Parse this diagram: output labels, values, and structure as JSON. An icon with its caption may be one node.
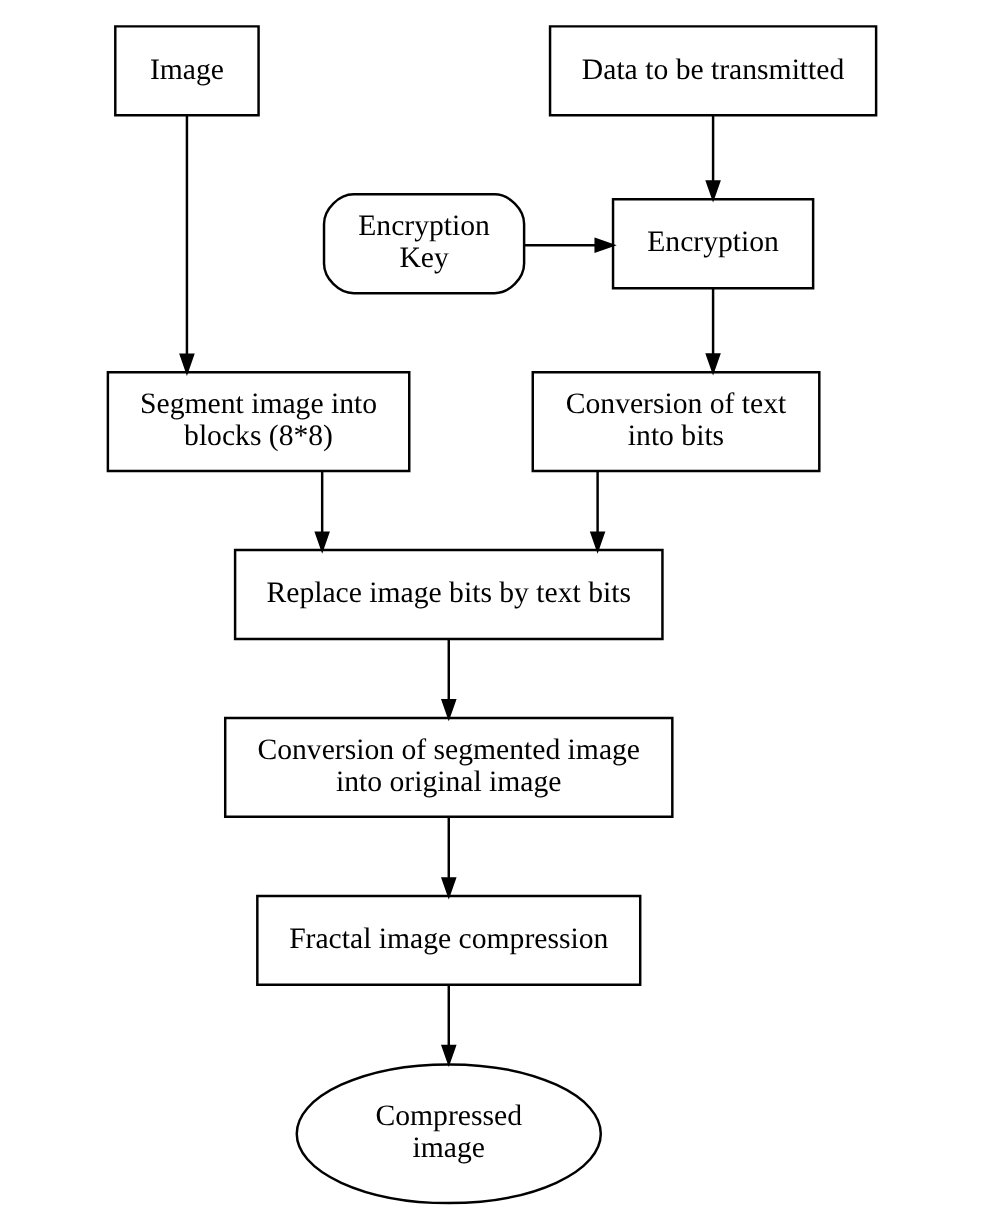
{
  "diagram": {
    "nodes": [
      {
        "text": [
          "Image"
        ]
      },
      {
        "text": [
          "Data to be transmitted"
        ]
      },
      {
        "text": [
          "Encryption Key"
        ]
      },
      {
        "text": [
          "Encryption"
        ]
      },
      {
        "text": [
          "Segment image into blocks (8*8)"
        ]
      },
      {
        "text": [
          "Conversion of text into bits"
        ]
      },
      {
        "text": [
          "Replace image bits by text bits"
        ]
      },
      {
        "text": [
          "Conversion of segmented image into original image"
        ]
      },
      {
        "text": [
          "Fractal image compression"
        ]
      },
      {
        "text": [
          "Compressed image"
        ]
      }
    ],
    "edges": [
      {
        "from": 0,
        "to": 4,
        "arrow": "to"
      },
      {
        "from": 1,
        "to": 3,
        "arrow": "to"
      },
      {
        "from": 2,
        "to": 3,
        "arrow": "to"
      },
      {
        "from": 3,
        "to": 5,
        "arrow": "to"
      },
      {
        "from": 4,
        "to": 6,
        "arrow": "to"
      },
      {
        "from": 5,
        "to": 6,
        "arrow": "to"
      },
      {
        "from": 6,
        "to": 7,
        "arrow": "to"
      },
      {
        "from": 7,
        "to": 8,
        "arrow": "to"
      },
      {
        "from": 8,
        "to": 9,
        "arrow": "to"
      }
    ]
  }
}
